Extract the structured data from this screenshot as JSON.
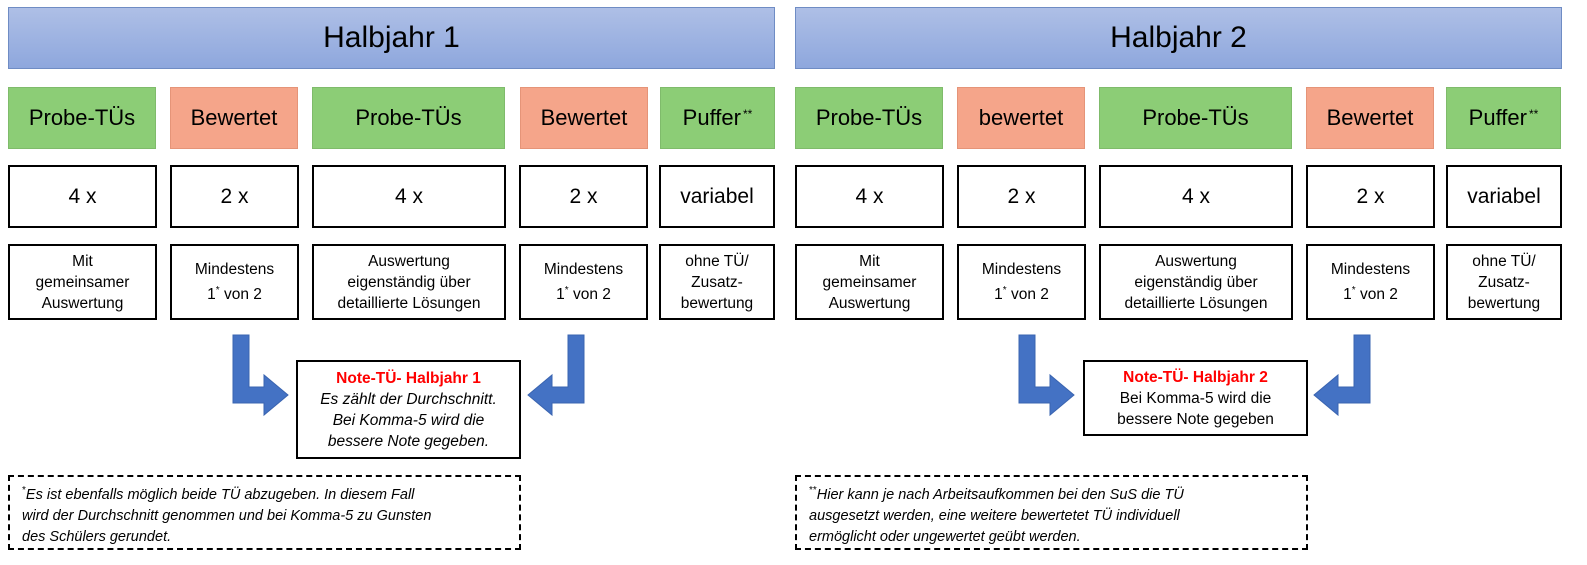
{
  "halves": [
    {
      "header": "Halbjahr 1",
      "columns": [
        {
          "category": "Probe-TÜs",
          "color": "#8ccd76",
          "count": "4 x",
          "description": [
            "Mit",
            "gemeinsamer",
            "Auswertung"
          ]
        },
        {
          "category": "Bewertet",
          "color": "#f5a58a",
          "count": "2 x",
          "description": [
            "Mindestens",
            "1* von 2"
          ]
        },
        {
          "category": "Probe-TÜs",
          "color": "#8ccd76",
          "count": "4 x",
          "description": [
            "Auswertung",
            "eigenständig über",
            "detaillierte Lösungen"
          ]
        },
        {
          "category": "Bewertet",
          "color": "#f5a58a",
          "count": "2 x",
          "description": [
            "Mindestens",
            "1* von 2"
          ]
        },
        {
          "category": "Puffer",
          "category_sup": "**",
          "color": "#8ccd76",
          "count": "variabel",
          "description": [
            "ohne TÜ/",
            "Zusatz-",
            "bewertung"
          ]
        }
      ],
      "result": {
        "title": "Note-TÜ- Halbjahr 1",
        "lines": [
          "Es zählt der Durchschnitt.",
          "Bei Komma-5 wird die",
          "bessere Note gegeben."
        ]
      },
      "note": {
        "marker": "*",
        "lines": [
          "Es ist ebenfalls möglich beide TÜ abzugeben. In diesem Fall",
          "wird der Durchschnitt genommen und bei Komma-5 zu Gunsten",
          "des Schülers gerundet."
        ]
      }
    },
    {
      "header": "Halbjahr 2",
      "columns": [
        {
          "category": "Probe-TÜs",
          "color": "#8ccd76",
          "count": "4 x",
          "description": [
            "Mit",
            "gemeinsamer",
            "Auswertung"
          ]
        },
        {
          "category": "bewertet",
          "color": "#f5a58a",
          "count": "2 x",
          "description": [
            "Mindestens",
            "1* von 2"
          ]
        },
        {
          "category": "Probe-TÜs",
          "color": "#8ccd76",
          "count": "4 x",
          "description": [
            "Auswertung",
            "eigenständig über",
            "detaillierte Lösungen"
          ]
        },
        {
          "category": "Bewertet",
          "color": "#f5a58a",
          "count": "2 x",
          "description": [
            "Mindestens",
            "1* von 2"
          ]
        },
        {
          "category": "Puffer",
          "category_sup": "**",
          "color": "#8ccd76",
          "count": "variabel",
          "description": [
            "ohne TÜ/",
            "Zusatz-",
            "bewertung"
          ]
        }
      ],
      "result": {
        "title": "Note-TÜ- Halbjahr 2",
        "lines": [
          "Bei Komma-5 wird die",
          "bessere Note gegeben"
        ]
      },
      "note": {
        "marker": "**",
        "lines": [
          "Hier kann je nach Arbeitsaufkommen bei den SuS die TÜ",
          "ausgesetzt werden, eine weitere bewertetet TÜ individuell",
          "ermöglicht oder ungewertet geübt werden."
        ]
      }
    }
  ],
  "colors": {
    "header": "#9fb4e3",
    "green": "#8ccd76",
    "red": "#f5a58a",
    "arrow": "#4472c4",
    "result_title": "#ff0000"
  }
}
